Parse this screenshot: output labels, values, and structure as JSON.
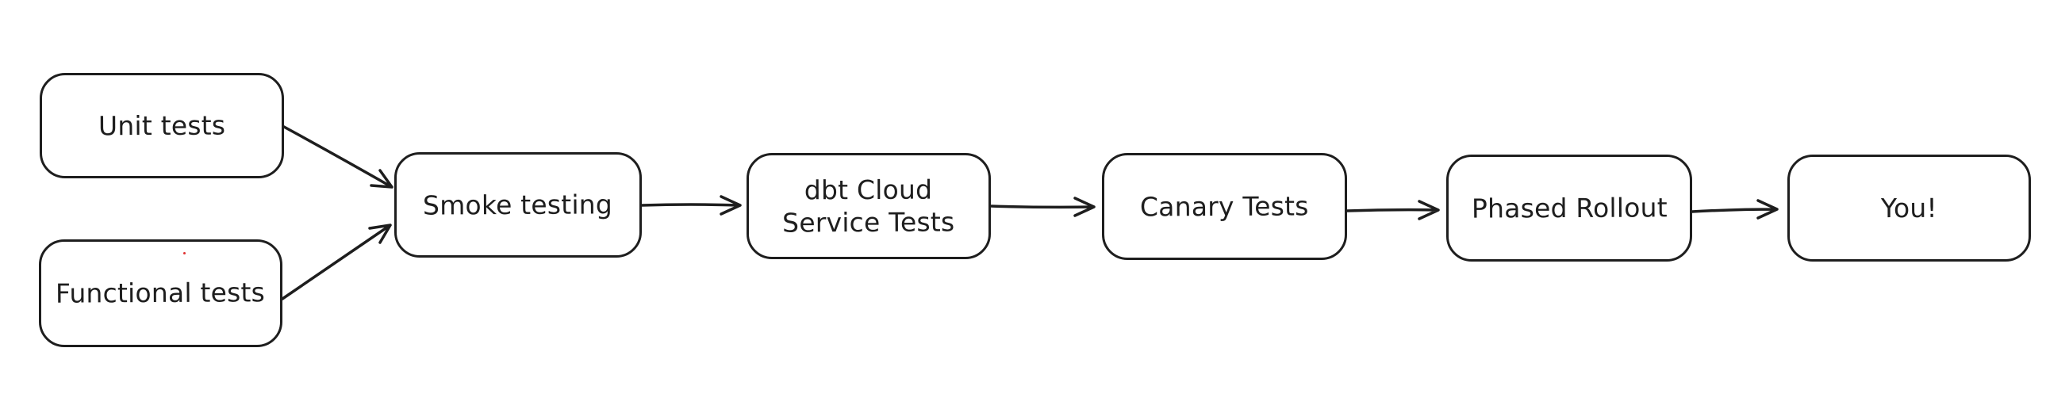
{
  "app": {
    "background_color": "#ffffff"
  },
  "diagram": {
    "type": "flowchart",
    "nodes": [
      {
        "id": "unit-tests",
        "label": "Unit tests"
      },
      {
        "id": "functional-tests",
        "label": "Functional tests"
      },
      {
        "id": "smoke-testing",
        "label": "Smoke testing"
      },
      {
        "id": "dbt-cloud-service-tests",
        "label": "dbt Cloud\nService Tests"
      },
      {
        "id": "canary-tests",
        "label": "Canary Tests"
      },
      {
        "id": "phased-rollout",
        "label": "Phased Rollout"
      },
      {
        "id": "you",
        "label": "You!"
      }
    ],
    "edges": [
      {
        "from": "unit-tests",
        "to": "smoke-testing"
      },
      {
        "from": "functional-tests",
        "to": "smoke-testing"
      },
      {
        "from": "smoke-testing",
        "to": "dbt-cloud-service-tests"
      },
      {
        "from": "dbt-cloud-service-tests",
        "to": "canary-tests"
      },
      {
        "from": "canary-tests",
        "to": "phased-rollout"
      },
      {
        "from": "phased-rollout",
        "to": "you"
      }
    ],
    "style": {
      "stroke_color": "#1e1e1e",
      "node_fill_color": "#ffffff",
      "stray_dot_color": "#e03131"
    }
  }
}
